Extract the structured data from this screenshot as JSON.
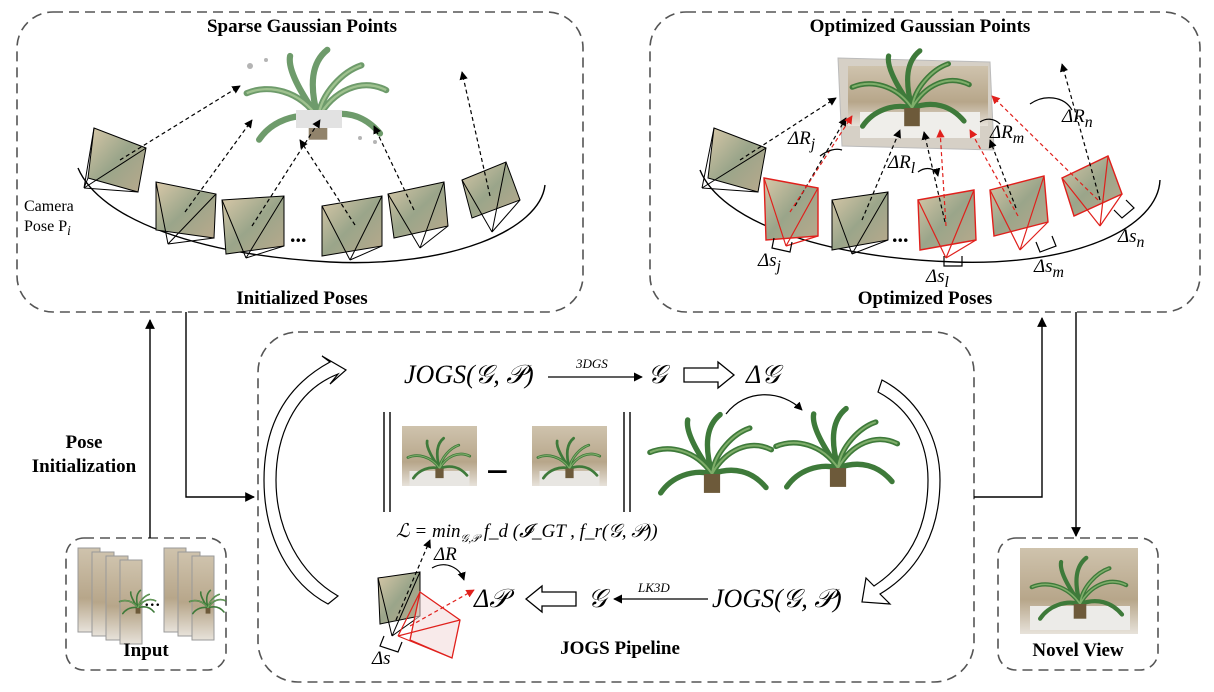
{
  "panels": {
    "sparse_title": "Sparse Gaussian Points",
    "initialized_poses": "Initialized Poses",
    "optimized_title": "Optimized Gaussian Points",
    "optimized_poses": "Optimized Poses",
    "pipeline_title": "JOGS Pipeline",
    "input_title": "Input",
    "novel_view_title": "Novel View",
    "pose_init_line1": "Pose",
    "pose_init_line2": "Initialization"
  },
  "camera_label_line1": "Camera",
  "camera_label_line2": "Pose P",
  "camera_label_sub": "i",
  "ellipsis": "...",
  "top_right_labels": {
    "dR_j": "ΔR",
    "dR_j_sub": "j",
    "dR_l": "ΔR",
    "dR_l_sub": "l",
    "dR_m": "ΔR",
    "dR_m_sub": "m",
    "dR_n": "ΔR",
    "dR_n_sub": "n",
    "ds_j": "Δs",
    "ds_j_sub": "j",
    "ds_l": "Δs",
    "ds_l_sub": "l",
    "ds_m": "Δs",
    "ds_m_sub": "m",
    "ds_n": "Δs",
    "ds_n_sub": "n"
  },
  "pipeline": {
    "eq_top_left": "JOGS(𝒢, 𝒫)",
    "arrow_top_label": "3DGS",
    "eq_top_mid": "𝒢",
    "eq_top_right": "Δ𝒢",
    "loss": "ℒ = min",
    "loss_sub": "𝒢,𝒫",
    "loss_rest": " f_d (𝓘_GT , f_r(𝒢, 𝒫))",
    "eq_bottom_right": "JOGS(𝒢, 𝒫)",
    "arrow_bottom_label": "LK3D",
    "eq_bottom_mid": "𝒢",
    "eq_bottom_left": "Δ𝒫",
    "dR": "ΔR",
    "ds": "Δs",
    "minus": "−"
  },
  "colors": {
    "dashed_border": "#555555",
    "red": "#e0201c",
    "plant_green": "#3e7a3a",
    "photo_bg": "#c9b79a"
  }
}
